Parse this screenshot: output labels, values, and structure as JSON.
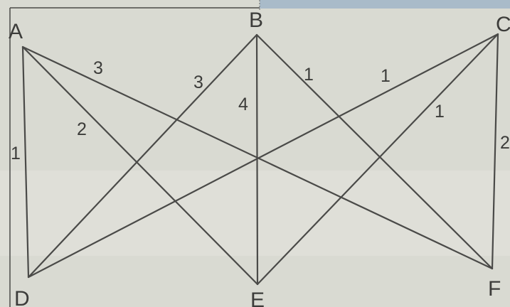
{
  "graph": {
    "vertices": [
      {
        "id": "A",
        "label": "A"
      },
      {
        "id": "B",
        "label": "B"
      },
      {
        "id": "C",
        "label": "C"
      },
      {
        "id": "D",
        "label": "D"
      },
      {
        "id": "E",
        "label": "E"
      },
      {
        "id": "F",
        "label": "F"
      }
    ],
    "edges": [
      {
        "from": "A",
        "to": "D",
        "weight": "1"
      },
      {
        "from": "A",
        "to": "E",
        "weight": "2"
      },
      {
        "from": "A",
        "to": "F",
        "weight": "3"
      },
      {
        "from": "B",
        "to": "D",
        "weight": "3"
      },
      {
        "from": "B",
        "to": "E",
        "weight": "4"
      },
      {
        "from": "B",
        "to": "F",
        "weight": "1"
      },
      {
        "from": "C",
        "to": "D",
        "weight": "1"
      },
      {
        "from": "C",
        "to": "E",
        "weight": "1"
      },
      {
        "from": "C",
        "to": "F",
        "weight": "2"
      }
    ]
  },
  "colors": {
    "paper": "#d9dad2",
    "paper_band": "#e4e5de",
    "ink": "#4a4a48",
    "top_strip": "#a9bbc9"
  }
}
